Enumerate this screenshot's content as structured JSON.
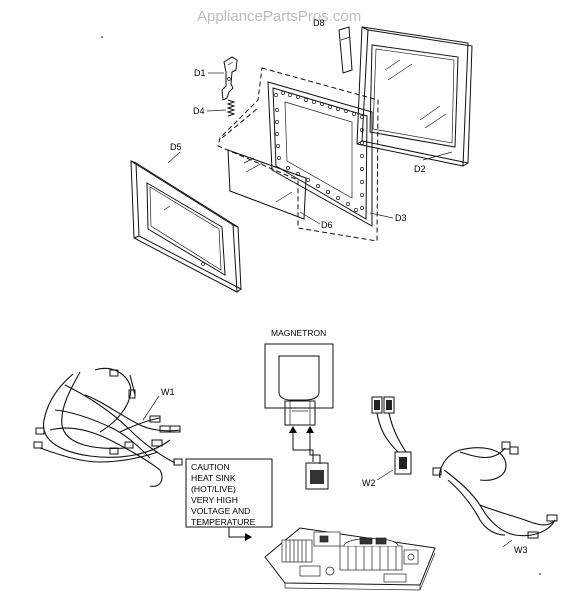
{
  "watermark": "AppliancePartsPros.com",
  "labels": {
    "d1": "D1",
    "d2": "D2",
    "d3": "D3",
    "d4": "D4",
    "d5": "D5",
    "d6": "D6",
    "d8": "D8",
    "w1": "W1",
    "w2": "W2",
    "w3": "W3",
    "magnetron": "MAGNETRON"
  },
  "caution_lines": [
    "CAUTION",
    "HEAT SINK",
    "(HOT/LIVE)",
    "VERY HIGH",
    "VOLTAGE AND",
    "TEMPERATURE"
  ]
}
